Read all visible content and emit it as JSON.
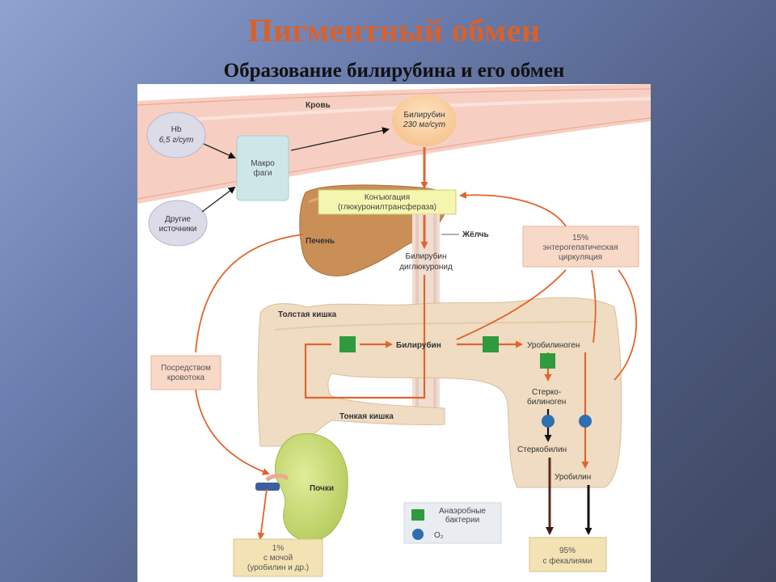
{
  "slide": {
    "title": "Пигментный обмен",
    "subtitle": "Образование билирубина и его обмен"
  },
  "labels": {
    "blood": "Кровь",
    "hb_line1": "Hb",
    "hb_line2": "6,5 г/сут",
    "macro_line1": "Макро",
    "macro_line2": "фаги",
    "bili_line1": "Билирубин",
    "bili_line2": "230 мг/сут",
    "other_line1": "Другие",
    "other_line2": "источники",
    "conj_line1": "Конъюгация",
    "conj_line2": "(глюкуронилтрансфераза)",
    "liver": "Печень",
    "bile": "Жёлчь",
    "bdg_line1": "Билирубин",
    "bdg_line2": "диглюкуронид",
    "ent_line1": "15%",
    "ent_line2": "энтерогепатическая",
    "ent_line3": "циркуляция",
    "colon": "Толстая кишка",
    "bilirubin_gut": "Билирубин",
    "urobilinogen": "Уробилиноген",
    "via_blood_line1": "Посредством",
    "via_blood_line2": "кровотока",
    "small_intestine": "Тонкая кишка",
    "sterco_line1": "Стерко-",
    "sterco_line2": "билиноген",
    "stercobilin": "Стеркобилин",
    "urobilin": "Уробилин",
    "kidneys": "Почки",
    "urine_line1": "1%",
    "urine_line2": "с мочой",
    "urine_line3": "(уробилин и др.)",
    "feces_line1": "95%",
    "feces_line2": "с фекалиями"
  },
  "legend": {
    "anaerobic_line1": "Анаэробные",
    "anaerobic_line2": "бактерии",
    "oxygen": "O₂"
  },
  "colors": {
    "title": "#d8612b",
    "arrow_orange": "#e0652a",
    "arrow_dark": "#5a2a1a",
    "bacteria_green": "#2f9a3e",
    "oxygen_blue": "#2f6fb0",
    "liver": "#c98f57",
    "intestine": "#efdcc2",
    "kidney": "#c3d676",
    "vessel": "#f4c7b8"
  }
}
